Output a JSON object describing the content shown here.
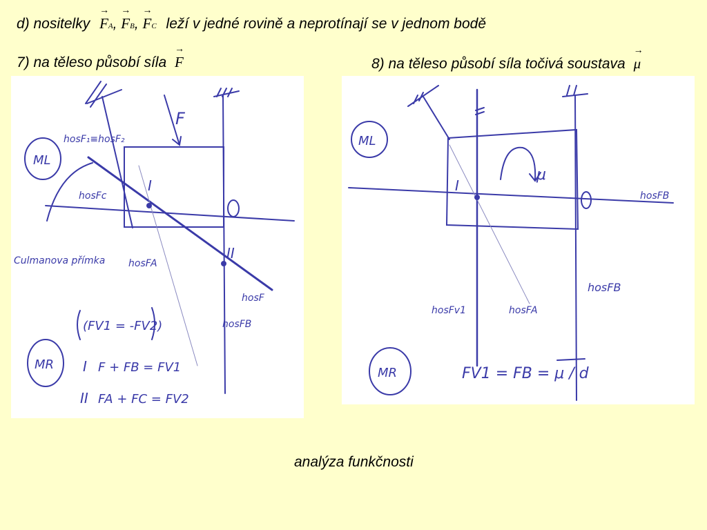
{
  "slide": {
    "line_d": {
      "prefix": "d) nositelky",
      "forces": [
        {
          "symbol": "F",
          "subscript": "A"
        },
        {
          "symbol": "F",
          "subscript": "B"
        },
        {
          "symbol": "F",
          "subscript": "C"
        }
      ],
      "suffix": "leží v jedné rovině a neprotínají se v jednom bodě"
    },
    "case_7": {
      "label": "7) na těleso působí síla",
      "vector": "F"
    },
    "case_8": {
      "label": "8) na těleso působí síla točivá soustava",
      "vector": "μ"
    },
    "footer": "analýza funkčnosti"
  },
  "sketch_7": {
    "ml_label": "ML",
    "mr_label": "MR",
    "force_label": "F",
    "hos_f_eq": "hosF₁≡hosF₂",
    "hos_fc": "hosFc",
    "point_1": "I",
    "point_2": "II",
    "cust_line": "Culmanova přímka",
    "hos_fa": "hosFA",
    "hos_f": "hosF",
    "hos_fb": "hosFB",
    "eq1": "(FV1 = -FV2)",
    "eq2": "F + FB = FV1",
    "eq3": "FA + FC = FV2",
    "roman_1": "I",
    "roman_2": "II",
    "ink": "#3a3aa8"
  },
  "sketch_8": {
    "ml_label": "ML",
    "mr_label": "MR",
    "moment_label": "μ",
    "point_1": "I",
    "hos_fb_right": "hosFB",
    "hos_fb": "hosFB",
    "hos_fv1": "hosFv1",
    "hos_fa": "hosFA",
    "eq": "FV1 = FB = μ / d",
    "ink": "#3a3aa8"
  }
}
